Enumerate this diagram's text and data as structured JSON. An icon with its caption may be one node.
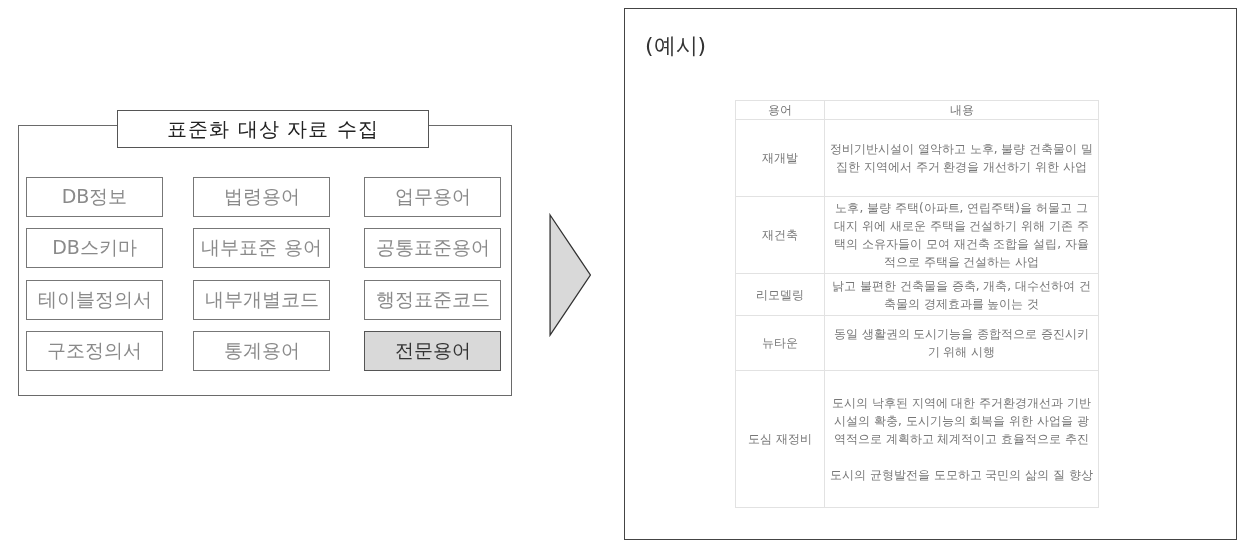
{
  "diagram": {
    "nodes": [
      {
        "text": [
          "표준화 대상 자료 수집"
        ]
      },
      {
        "text": [
          "DB정보"
        ],
        "in": 0
      },
      {
        "text": [
          "법령용어"
        ],
        "in": 0
      },
      {
        "text": [
          "업무용어"
        ],
        "in": 0
      },
      {
        "text": [
          "DB스키마"
        ],
        "in": 0
      },
      {
        "text": [
          "내부표준 용어"
        ],
        "in": 0
      },
      {
        "text": [
          "공통표준용어"
        ],
        "in": 0
      },
      {
        "text": [
          "테이블정의서"
        ],
        "in": 0
      },
      {
        "text": [
          "내부개별코드"
        ],
        "in": 0
      },
      {
        "text": [
          "행정표준코드"
        ],
        "in": 0
      },
      {
        "text": [
          "구조정의서"
        ],
        "in": 0
      },
      {
        "text": [
          "통계용어"
        ],
        "in": 0
      },
      {
        "text": [
          "전문용어"
        ],
        "in": 0
      },
      {
        "text": [
          "(예시)"
        ]
      }
    ],
    "edges": [
      {
        "from": 0,
        "to": 13,
        "arrow": "to"
      }
    ],
    "labels": [
      "용어",
      "내용",
      "재개발",
      "정비기반시설이 열악하고 노후, 불량 건축물이 밀집한 지역에서 주거 환경을 개선하기 위한 사업",
      "재건축",
      "노후, 불량 주택(아파트, 연립주택)을 허물고 그 대지 위에 새로운 주택을 건설하기 위해 기존 주택의 소유자들이 모여 재건축 조합을 설립, 자율적으로 주택을 건설하는 사업",
      "리모델링",
      "낡고 불편한 건축물을 증축, 개축, 대수선하여 건축물의 경제효과를 높이는 것",
      "뉴타운",
      "동일 생활권의 도시기능을 종합적으로 증진시키기 위해 시행",
      "도심 재정비",
      "도시의 낙후된 지역에 대한 주거환경개선과 기반시설의 확충, 도시기능의 회복을 위한 사업을 광역적으로 계획하고 체계적이고 효율적으로 추진",
      "도시의 균형발전을 도모하고 국민의 삶의 질 향상"
    ]
  }
}
